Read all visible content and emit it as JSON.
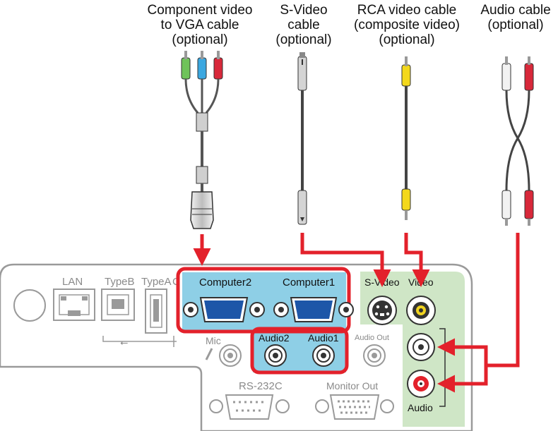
{
  "cables": {
    "component": {
      "line1": "Component video",
      "line2": "to VGA cable",
      "line3": "(optional)"
    },
    "svideo": {
      "line1": "S-Video",
      "line2": "cable",
      "line3": "(optional)"
    },
    "rca": {
      "line1": "RCA video cable",
      "line2": "(composite video)",
      "line3": "(optional)"
    },
    "audio": {
      "line1": "Audio cable",
      "line2": "(optional)"
    }
  },
  "ports": {
    "lan": "LAN",
    "typeb": "TypeB",
    "typea": "TypeA",
    "computer2": "Computer2",
    "computer1": "Computer1",
    "audio2": "Audio2",
    "audio1": "Audio1",
    "audio_out": "Audio Out",
    "mic": "Mic",
    "rs232c": "RS-232C",
    "monitor_out": "Monitor Out",
    "svideo": "S-Video",
    "video": "Video",
    "audio": "Audio"
  },
  "colors": {
    "highlight": "#e3212b",
    "vga_panel": "#8ecfe6",
    "video_panel": "#cfe6c6",
    "outline": "#9a9a9a"
  }
}
